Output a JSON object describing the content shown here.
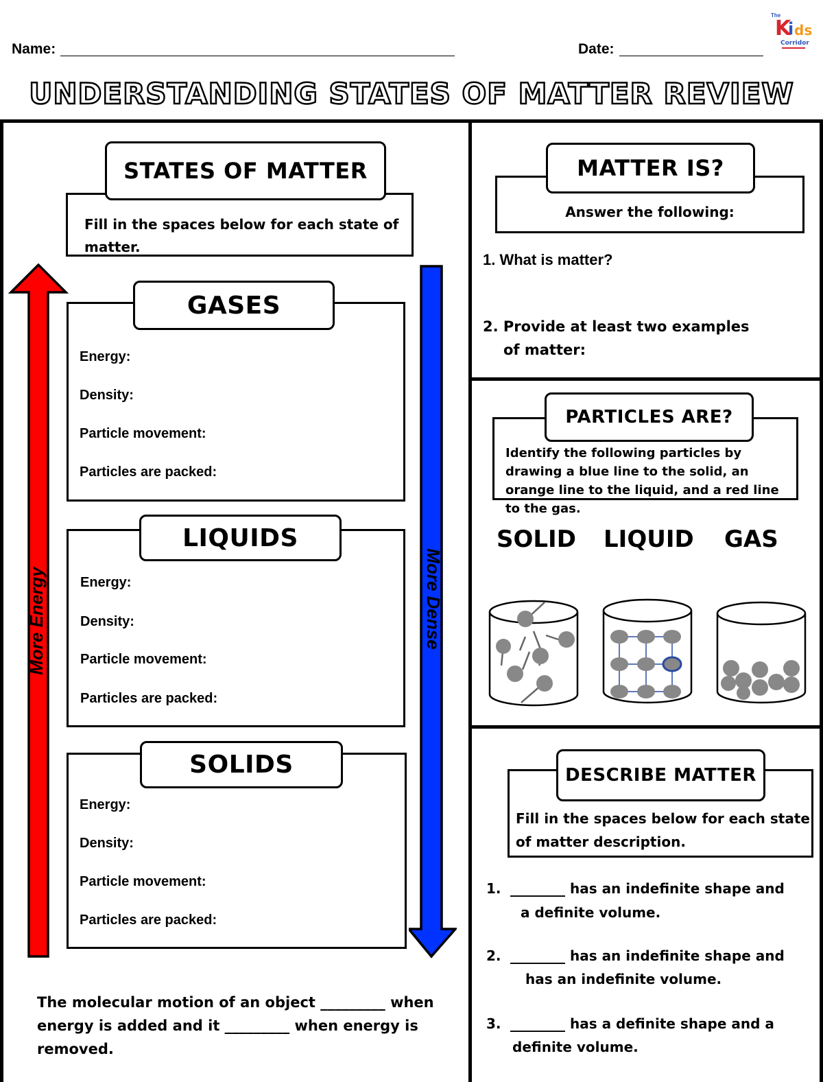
{
  "header": {
    "name_label": "Name:",
    "date_label": "Date:",
    "logo": {
      "the": "The",
      "k": "K",
      "i": "i",
      "ds": "ds",
      "corridor": "Corridor"
    }
  },
  "title": "UNDERSTANDING STATES OF MATTER REVIEW",
  "states": {
    "tab": "STATES OF MATTER",
    "instruction": "Fill in the spaces below for each state of matter.",
    "arrow_up_label": "More Energy",
    "arrow_down_label": "More Dense",
    "arrow_up_color": "#ff0000",
    "arrow_down_color": "#0033ff",
    "groups": [
      {
        "title": "GASES",
        "fields": [
          "Energy:",
          "Density:",
          "Particle movement:",
          "Particles are packed:"
        ]
      },
      {
        "title": "LIQUIDS",
        "fields": [
          "Energy:",
          "Density:",
          "Particle movement:",
          "Particles are packed:"
        ]
      },
      {
        "title": "SOLIDS",
        "fields": [
          "Energy:",
          "Density:",
          "Particle movement:",
          "Particles are packed:"
        ]
      }
    ],
    "bottom_text": "The molecular motion of an object _________ when energy is added and it _________ when energy is removed."
  },
  "matter_is": {
    "tab": "MATTER IS?",
    "subtitle": "Answer the following:",
    "q1": "1.  What is matter?",
    "q2_line1": "2.  Provide at least two examples",
    "q2_line2": "of matter:"
  },
  "particles": {
    "tab": "PARTICLES ARE?",
    "instruction": "Identify the following particles by drawing a blue line to the solid, an orange line to the liquid, and a red line to the gas.",
    "labels": [
      "SOLID",
      "LIQUID",
      "GAS"
    ]
  },
  "describe": {
    "tab": "DESCRIBE MATTER",
    "instruction": "Fill in the spaces below for each state of matter description.",
    "items": [
      {
        "num": "1.",
        "line1": "________ has an indefinite shape and",
        "line2": "a definite volume."
      },
      {
        "num": "2.",
        "line1": "________ has an indefinite shape and",
        "line2": "has an indefinite volume."
      },
      {
        "num": "3.",
        "line1": "________ has a definite shape and a",
        "line2": "definite volume."
      }
    ]
  }
}
